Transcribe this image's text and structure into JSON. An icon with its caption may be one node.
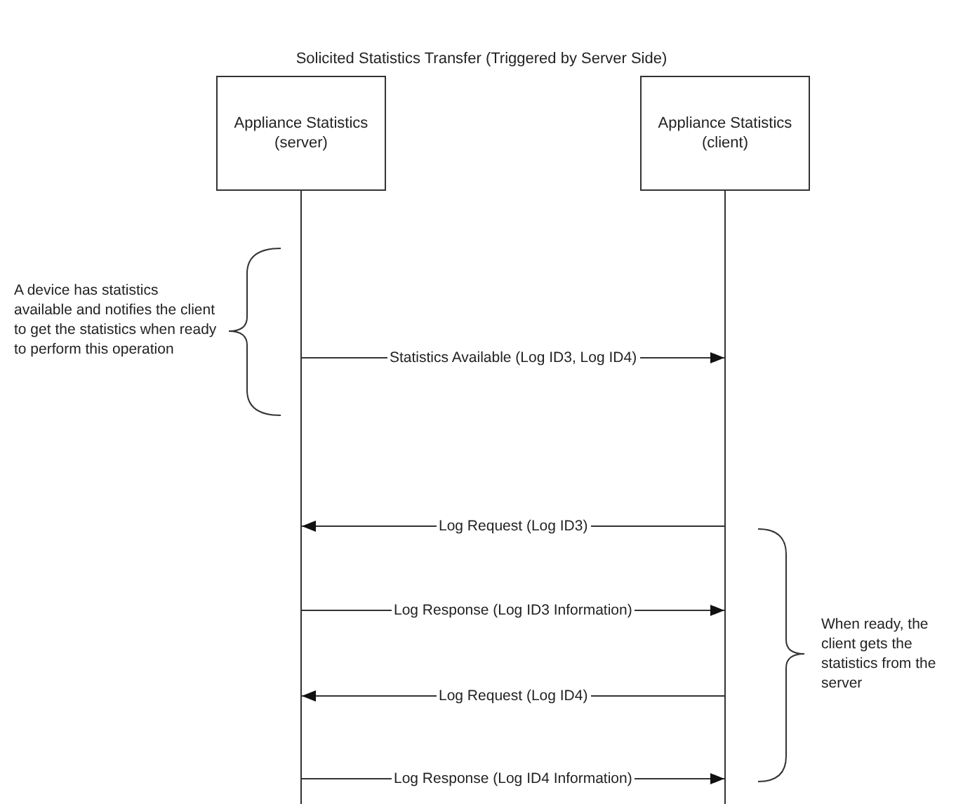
{
  "diagram": {
    "title": "Solicited Statistics Transfer (Triggered by Server Side)",
    "nodes": [
      {
        "text": [
          "Appliance Statistics (server)"
        ]
      },
      {
        "text": [
          "Appliance Statistics (client)"
        ]
      },
      {
        "text": [],
        "shape": "bar"
      },
      {
        "text": [],
        "shape": "bar"
      }
    ],
    "edges": [
      {
        "from": 2,
        "to": 3,
        "arrow": "to",
        "label": "Statistics Available (Log ID3, Log ID4)"
      },
      {
        "from": 3,
        "to": 2,
        "arrow": "to",
        "label": "Log Request (Log ID3)"
      },
      {
        "from": 2,
        "to": 3,
        "arrow": "to",
        "label": "Log Response (Log ID3 Information)"
      },
      {
        "from": 3,
        "to": 2,
        "arrow": "to",
        "label": "Log Request (Log ID4)"
      },
      {
        "from": 2,
        "to": 3,
        "arrow": "to",
        "label": "Log Response (Log ID4 Information)"
      }
    ],
    "labels": [
      "A device has statistics available and notifies the client to get the statistics when ready to perform this operation",
      "When ready, the client gets the statistics from the server"
    ]
  }
}
